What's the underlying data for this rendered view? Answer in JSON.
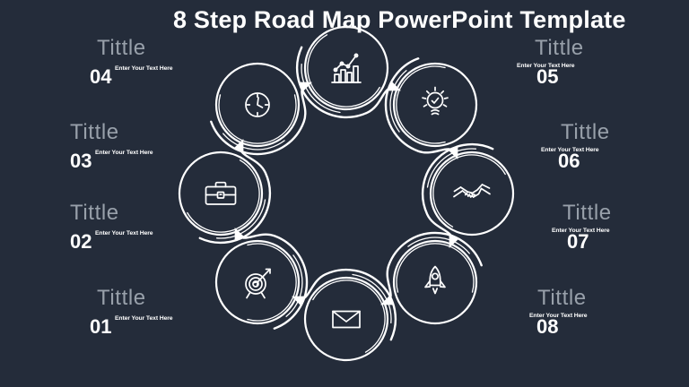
{
  "slide_title": "8 Step Road Map PowerPoint Template",
  "colors": {
    "background": "#242c3a",
    "line": "#ffffff",
    "muted_title": "#98a0aa",
    "text": "#ffffff"
  },
  "steps": [
    {
      "number": "01",
      "title": "Tittle",
      "placeholder": "Enter Your Text Here",
      "icon": "target-icon"
    },
    {
      "number": "02",
      "title": "Tittle",
      "placeholder": "Enter Your Text Here",
      "icon": "briefcase-icon"
    },
    {
      "number": "03",
      "title": "Tittle",
      "placeholder": "Enter Your Text Here",
      "icon": "clock-icon"
    },
    {
      "number": "04",
      "title": "Tittle",
      "placeholder": "Enter Your Text Here",
      "icon": "bar-chart-icon"
    },
    {
      "number": "05",
      "title": "Tittle",
      "placeholder": "Enter Your Text Here",
      "icon": "lightbulb-icon"
    },
    {
      "number": "06",
      "title": "Tittle",
      "placeholder": "Enter Your Text Here",
      "icon": "handshake-icon"
    },
    {
      "number": "07",
      "title": "Tittle",
      "placeholder": "Enter Your Text Here",
      "icon": "rocket-icon"
    },
    {
      "number": "08",
      "title": "Tittle",
      "placeholder": "Enter Your Text Here",
      "icon": "envelope-icon"
    }
  ]
}
